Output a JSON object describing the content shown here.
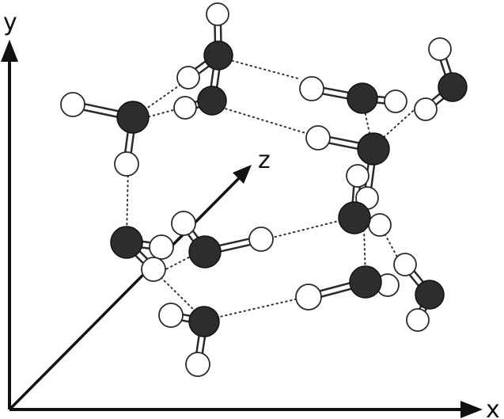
{
  "axes": {
    "x_label": "x",
    "y_label": "y",
    "z_label": "z"
  },
  "colors": {
    "oxygen": "#2d2d2d",
    "hydrogen": "#ffffff",
    "axis": "#111111"
  }
}
